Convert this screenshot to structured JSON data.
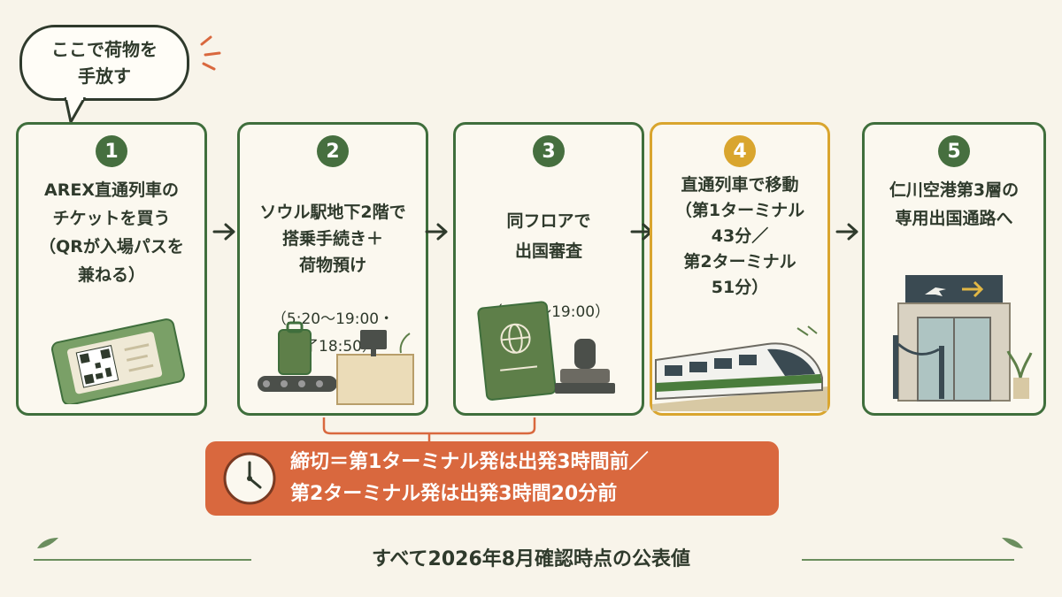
{
  "bubble": {
    "text": "ここで荷物を\n手放す"
  },
  "steps": [
    {
      "number": "1",
      "title": "AREX直通列車の\nチケットを買う\n（QRが入場パスを\n兼ねる）",
      "sub": ""
    },
    {
      "number": "2",
      "title": "ソウル駅地下2階で\n搭乗手続き＋\n荷物預け",
      "sub": "（5:20〜19:00・\n完了18:50）"
    },
    {
      "number": "3",
      "title": "同フロアで\n出国審査",
      "sub": "（5:30〜19:00）"
    },
    {
      "number": "4",
      "title": "直通列車で移動\n（第1ターミナル\n43分／\n第2ターミナル\n51分）",
      "sub": ""
    },
    {
      "number": "5",
      "title": "仁川空港第3層の\n専用出国通路へ",
      "sub": ""
    }
  ],
  "deadline": {
    "text": "締切＝第1ターミナル発は出発3時間前／\n第2ターミナル発は出発3時間20分前"
  },
  "footer": {
    "text": "すべて2026年8月確認時点の公表値"
  },
  "colors": {
    "green": "#3f6e3c",
    "gold": "#d9a52e",
    "orange": "#d9683e",
    "background": "#f8f4ea"
  }
}
